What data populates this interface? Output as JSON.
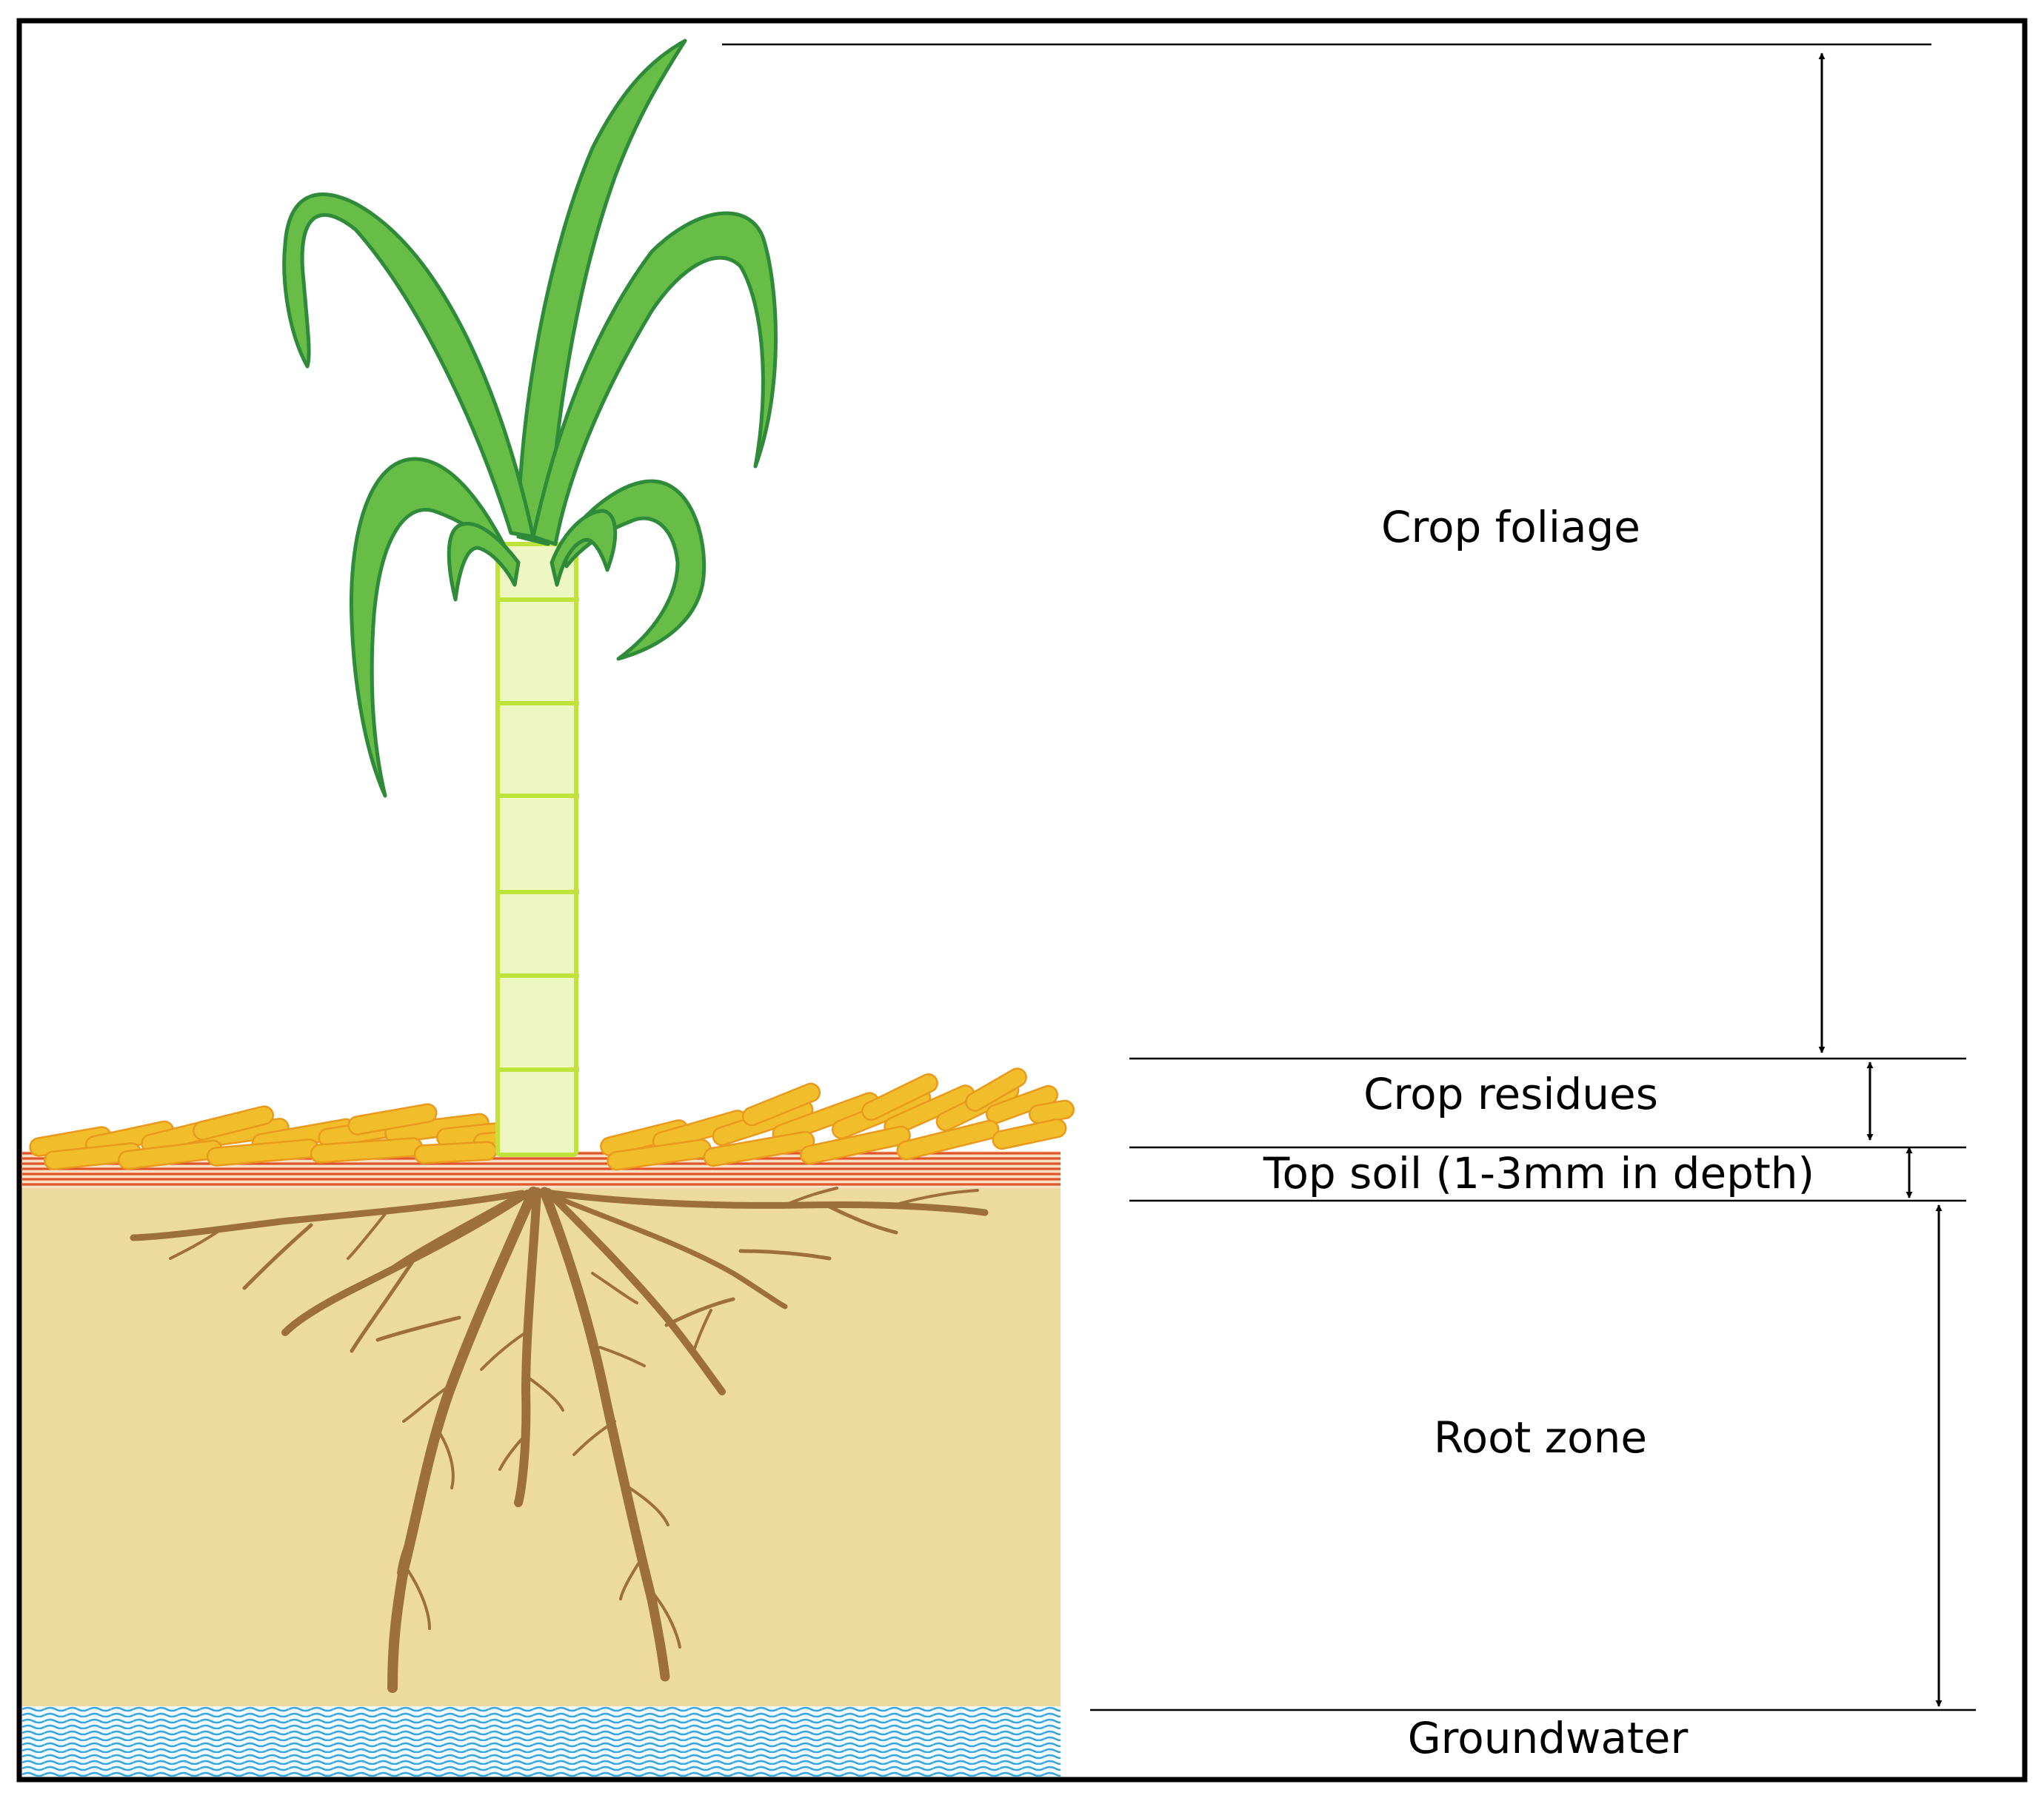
{
  "diagram": {
    "labels": {
      "crop_foliage": "Crop foliage",
      "crop_residues": "Crop residues",
      "top_soil": "Top soil (1-3mm in depth)",
      "root_zone": "Root zone",
      "groundwater": "Groundwater"
    },
    "colors": {
      "frame": "#000000",
      "soil": "#edda9e",
      "residue": "#f1bd2a",
      "residue_stroke": "#e99a1c",
      "topsoil_band": "#e1542a",
      "stalk": "#eef7c2",
      "stalk_outline": "#bfe33a",
      "leaf": "#67bd45",
      "leaf_outline": "#2f8a3a",
      "root": "#9d6f3b",
      "groundwater": "#37a6df"
    },
    "icons": {
      "plant": "sugarcane-plant-icon",
      "arrow": "double-headed-arrow-icon"
    }
  }
}
